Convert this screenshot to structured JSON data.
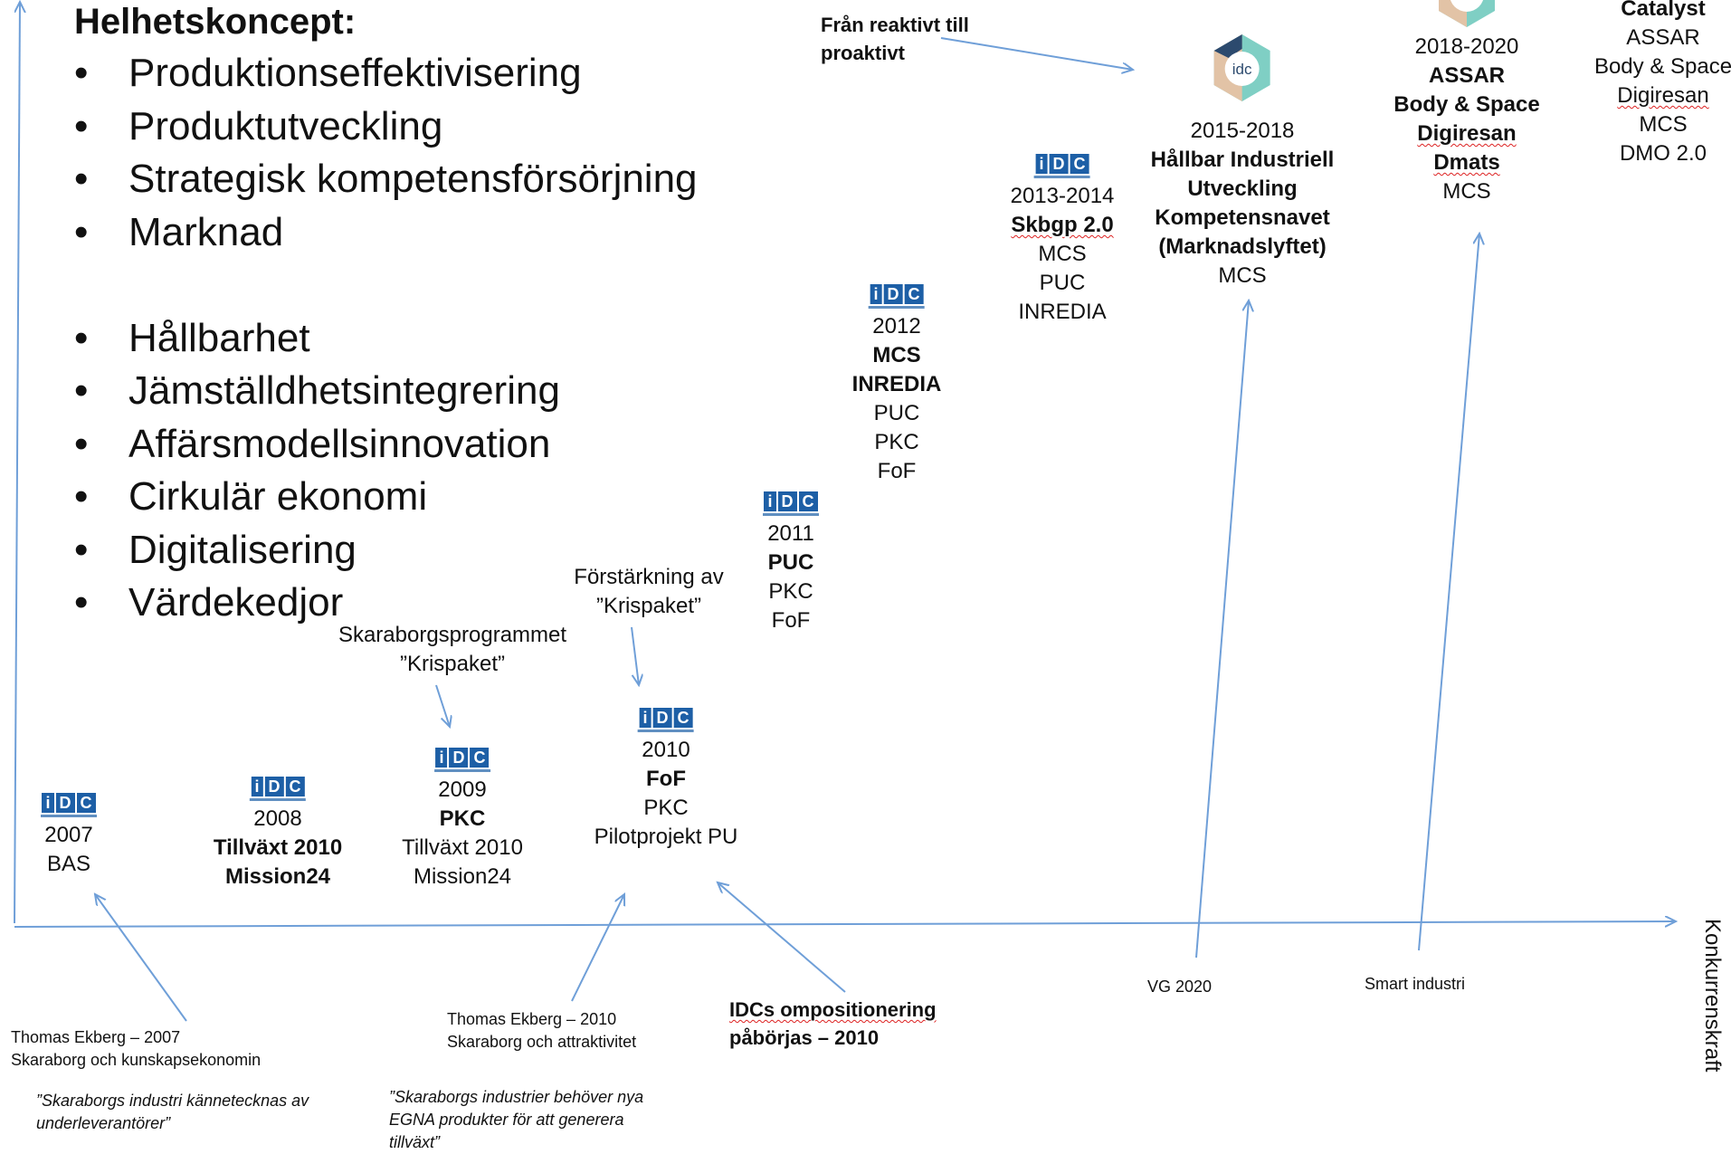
{
  "concept": {
    "title": "Helhetskoncept:",
    "bullets_top": [
      "Produktionseffektivisering",
      "Produktutveckling",
      "Strategisk kompetensförsörjning",
      "Marknad"
    ],
    "bullets_bottom": [
      "Hållbarhet",
      "Jämställdhetsintegrering",
      "Affärsmodellsinnovation",
      "Cirkulär ekonomi",
      "Digitalisering",
      "Värdekedjor"
    ],
    "bullet_symbol": "•"
  },
  "axis": {
    "x_label": "Konkurrenskraft"
  },
  "logo": {
    "letters": [
      "i",
      "D",
      "C"
    ],
    "hex_text": "idc"
  },
  "milestones": {
    "m2007": {
      "year": "2007",
      "lines": [
        "BAS"
      ]
    },
    "m2008": {
      "year": "2008",
      "bold1": "Tillväxt 2010",
      "bold2": "Mission24"
    },
    "m2009": {
      "year": "2009",
      "bold1": "PKC",
      "line1": "Tillväxt 2010",
      "line2": "Mission24"
    },
    "m2010": {
      "year": "2010",
      "bold1": "FoF",
      "line1": "PKC",
      "line2": "Pilotprojekt PU"
    },
    "m2011": {
      "year": "2011",
      "bold1": "PUC",
      "line1": "PKC",
      "line2": "FoF"
    },
    "m2012": {
      "year": "2012",
      "bold1": "MCS",
      "bold2": "INREDIA",
      "line1": "PUC",
      "line2": "PKC",
      "line3": "FoF"
    },
    "m2013": {
      "year": "2013-2014",
      "bold1": "Skbgp 2.0",
      "line1": "MCS",
      "line2": "PUC",
      "line3": "INREDIA"
    },
    "m2015": {
      "year": "2015-2018",
      "bold1": "Hållbar Industriell",
      "bold2": "Utveckling",
      "bold3": "Kompetensnavet",
      "bold4": "(Marknadslyftet)",
      "line1": "MCS"
    },
    "m2018": {
      "year": "2018-2020",
      "bold1": "ASSAR",
      "bold2": "Body & Space",
      "bold3": "Digiresan",
      "bold4": "Dmats",
      "line1": "MCS"
    },
    "mlast": {
      "bold1": "Catalyst",
      "line1": "ASSAR",
      "line2": "Body & Space",
      "line3": "Digiresan",
      "line4": "MCS",
      "line5": "DMO 2.0"
    }
  },
  "annotations": {
    "reaktivt": {
      "line1": "Från reaktivt till",
      "line2": "proaktivt"
    },
    "forstarkning": {
      "line1": "Förstärkning av",
      "line2": "”Krispaket”"
    },
    "skaraborgsprog": {
      "line1": "Skaraborgsprogrammet",
      "line2": "”Krispaket”"
    },
    "ekberg2007": {
      "line1": "Thomas Ekberg – 2007",
      "line2": "Skaraborg och kunskapsekonomin"
    },
    "quote2007": {
      "line1": "”Skaraborgs industri kännetecknas av",
      "line2": "underleverantörer”"
    },
    "ekberg2010": {
      "line1": "Thomas Ekberg – 2010",
      "line2": "Skaraborg och attraktivitet"
    },
    "quote2010": {
      "line1": "”Skaraborgs  industrier behöver nya",
      "line2": "EGNA produkter för att generera",
      "line3": "tillväxt”"
    },
    "omposition": {
      "line1": "IDCs ompositionering",
      "line2": "påbörjas – 2010"
    },
    "vg2020": {
      "text": "VG 2020"
    },
    "smart": {
      "text": "Smart industri"
    }
  },
  "colors": {
    "arrow": "#6f9fd8",
    "logo_blue": "#1d5fa6",
    "hex_teal": "#7fcfc4",
    "hex_tan": "#e2c3a6",
    "hex_navy": "#2c4a6e"
  }
}
